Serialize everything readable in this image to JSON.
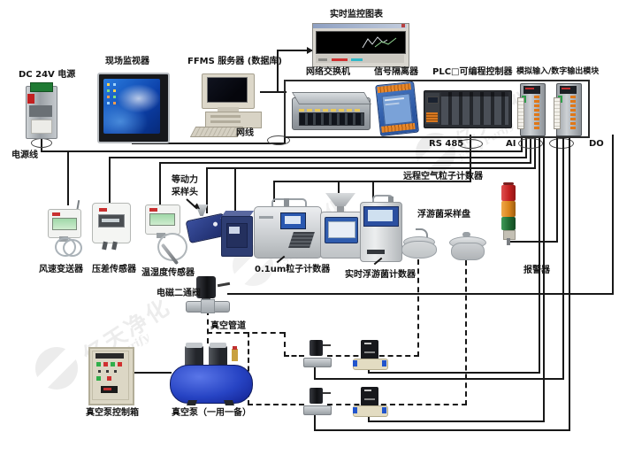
{
  "labels": {
    "dc_power": "DC 24V 电源",
    "power_cable": "电源线",
    "field_monitor": "现场监视器",
    "ffms_server": "FFMS 服务器 (数据库)",
    "realtime_chart": "实时监控图表",
    "network_switch": "网络交换机",
    "signal_isolator": "信号隔离器",
    "plc": "PLC□可编程控制器",
    "io_module": "模拟输入/数字输出模块",
    "network_cable": "网线",
    "rs485": "RS 485",
    "ai": "AI",
    "do": "DO",
    "remote_particle_counter": "远程空气粒子计数器",
    "isokinetic_head_line1": "等动力",
    "isokinetic_head_line2": "采样头",
    "wind_transmitter": "风速变送器",
    "pressure_sensor": "压差传感器",
    "temp_humidity_sensor": "温湿度传感器",
    "particle_counter_01um": "0.1um粒子计数器",
    "rt_bacteria_counter": "实时浮游菌计数器",
    "bacteria_sampling_dish": "浮游菌采样盘",
    "alarm": "报警器",
    "solenoid_valve": "电磁二通阀",
    "vacuum_pipe": "真空管道",
    "vacuum_pump_control_box": "真空泵控制箱",
    "vacuum_pump": "真空泵（一用一备）"
  },
  "watermark": {
    "cn": "亿天净化",
    "en": "ESky Purify"
  },
  "colors": {
    "wire": "#181818",
    "alarm_red": "#c42020",
    "alarm_amber": "#d9831a",
    "alarm_green": "#1f6b33",
    "pump_blue": "#2744c4",
    "screen_blue": "#2f5cae"
  }
}
